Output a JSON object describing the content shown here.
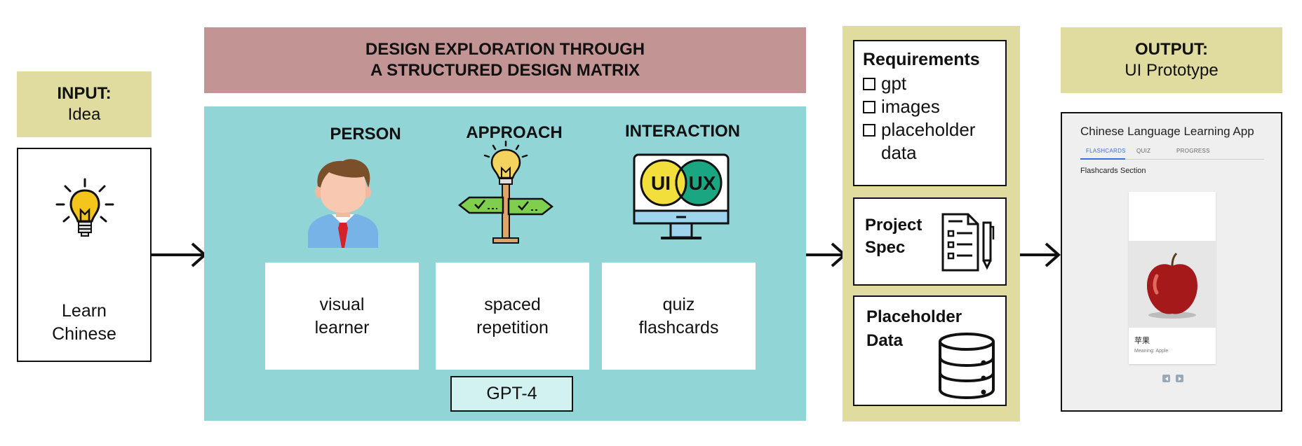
{
  "input": {
    "title": "INPUT:",
    "subtitle": "Idea",
    "text_line1": "Learn",
    "text_line2": "Chinese"
  },
  "matrix": {
    "header_line1": "DESIGN EXPLORATION THROUGH",
    "header_line2": "A STRUCTURED DESIGN MATRIX",
    "columns": [
      {
        "title": "PERSON",
        "value_line1": "visual",
        "value_line2": "learner"
      },
      {
        "title": "APPROACH",
        "value_line1": "spaced",
        "value_line2": "repetition"
      },
      {
        "title": "INTERACTION",
        "value_line1": "quiz",
        "value_line2": "flashcards"
      }
    ],
    "model": "GPT-4",
    "ui_label": "UI",
    "ux_label": "UX"
  },
  "spec": {
    "requirements_title": "Requirements",
    "requirements": [
      "gpt",
      "images",
      "placeholder"
    ],
    "requirements_cont": "data",
    "project_line1": "Project",
    "project_line2": "Spec",
    "placeholder_line1": "Placeholder",
    "placeholder_line2": "Data"
  },
  "output": {
    "title": "OUTPUT:",
    "subtitle": "UI Prototype",
    "app": {
      "title": "Chinese Language Learning App",
      "tabs": [
        "FLASHCARDS",
        "QUIZ",
        "PROGRESS"
      ],
      "section": "Flashcards Section",
      "card_word": "苹果",
      "card_meaning": "Meaning: Apple"
    }
  },
  "colors": {
    "khaki": "#e0dca0",
    "rose": "#c29494",
    "teal": "#92d5d6",
    "light_teal": "#d2f2f2",
    "ui_yellow": "#f2df3c",
    "ux_green": "#1aa680"
  }
}
